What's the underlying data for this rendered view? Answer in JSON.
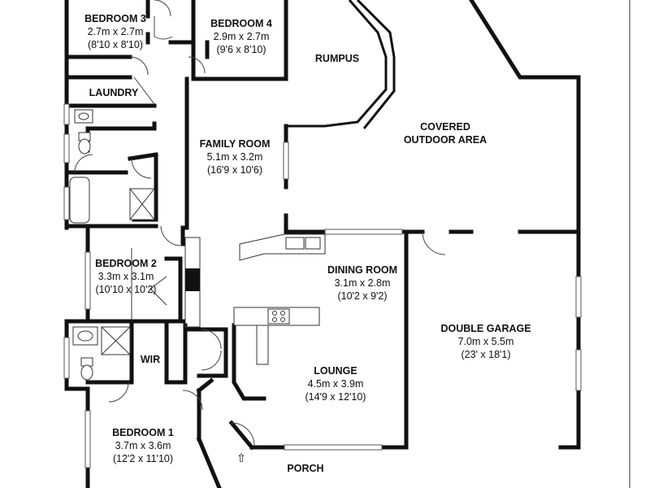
{
  "rooms": {
    "bedroom3": {
      "name": "BEDROOM 3",
      "metric": "2.7m x 2.7m",
      "imperial": "(8'10 x 8'10)"
    },
    "bedroom4": {
      "name": "BEDROOM 4",
      "metric": "2.9m x 2.7m",
      "imperial": "(9'6 x 8'10)"
    },
    "rumpus": {
      "name": "RUMPUS"
    },
    "laundry": {
      "name": "LAUNDRY"
    },
    "covered": {
      "line1": "COVERED",
      "line2": "OUTDOOR AREA"
    },
    "family": {
      "name": "FAMILY ROOM",
      "metric": "5.1m x 3.2m",
      "imperial": "(16'9 x 10'6)"
    },
    "bedroom2": {
      "name": "BEDROOM 2",
      "metric": "3.3m x 3.1m",
      "imperial": "(10'10 x 10'2)"
    },
    "dining": {
      "name": "DINING ROOM",
      "metric": "3.1m x 2.8m",
      "imperial": "(10'2 x 9'2)"
    },
    "garage": {
      "name": "DOUBLE GARAGE",
      "metric": "7.0m x 5.5m",
      "imperial": "(23' x 18'1)"
    },
    "wir": {
      "name": "WIR"
    },
    "lounge": {
      "name": "LOUNGE",
      "metric": "4.5m x 3.9m",
      "imperial": "(14'9 x 12'10)"
    },
    "bedroom1": {
      "name": "BEDROOM 1",
      "metric": "3.7m x 3.6m",
      "imperial": "(12'2 x 11'10)"
    },
    "porch": {
      "name": "PORCH"
    }
  },
  "entry_arrow": "⇧"
}
